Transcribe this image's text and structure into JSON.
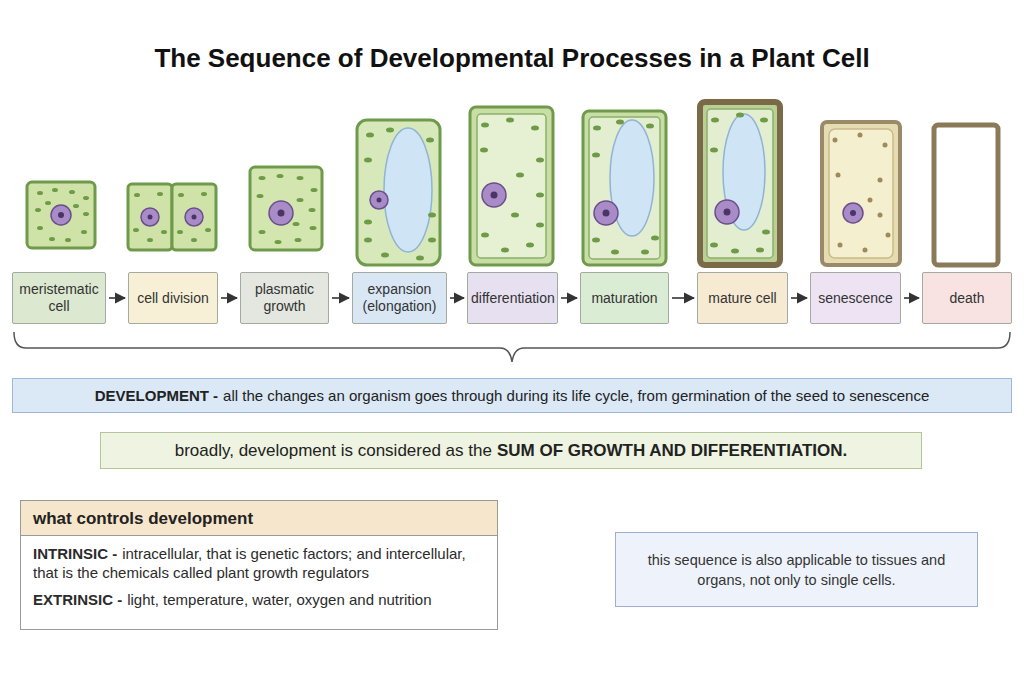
{
  "diagram": {
    "title": "The Sequence of Developmental Processes in a Plant Cell",
    "nodes": [
      {
        "text": [
          "meristematic cell"
        ]
      },
      {
        "text": [
          "cell division"
        ]
      },
      {
        "text": [
          "plasmatic growth"
        ]
      },
      {
        "text": [
          "expansion (elongation)"
        ]
      },
      {
        "text": [
          "differentiation"
        ]
      },
      {
        "text": [
          "maturation"
        ]
      },
      {
        "text": [
          "mature cell"
        ]
      },
      {
        "text": [
          "senescence"
        ]
      },
      {
        "text": [
          "death"
        ]
      },
      {
        "text": [
          "DEVELOPMENT -",
          "all the changes an organism goes through during its life cycle, from germination of the seed to senescence"
        ]
      },
      {
        "text": [
          "broadly, development is considered as the",
          "SUM OF GROWTH AND DIFFERENTIATION."
        ]
      },
      {
        "text": [
          "what controls development",
          "INTRINSIC -",
          "intracellular, that is genetic factors; and intercellular, that is the chemicals called plant growth regulators",
          "EXTRINSIC -",
          "light, temperature, water, oxygen and nutrition"
        ]
      },
      {
        "text": [
          "this sequence is also applicable to tissues and organs, not only to single cells."
        ]
      }
    ],
    "edges": [
      {
        "from": 0,
        "to": 1,
        "arrow": "to"
      },
      {
        "from": 1,
        "to": 2,
        "arrow": "to"
      },
      {
        "from": 2,
        "to": 3,
        "arrow": "to"
      },
      {
        "from": 3,
        "to": 4,
        "arrow": "to"
      },
      {
        "from": 4,
        "to": 5,
        "arrow": "to"
      },
      {
        "from": 5,
        "to": 6,
        "arrow": "to"
      },
      {
        "from": 6,
        "to": 7,
        "arrow": "to"
      },
      {
        "from": 7,
        "to": 8,
        "arrow": "to"
      }
    ]
  }
}
